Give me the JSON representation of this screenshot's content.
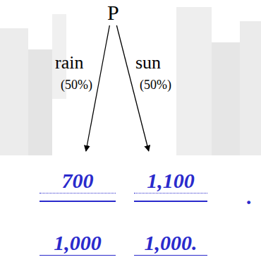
{
  "diagram": {
    "nodes": [
      {
        "text": [
          "P"
        ]
      },
      {
        "text": [
          "700",
          "1,000"
        ]
      },
      {
        "text": [
          "1,100",
          "1,000."
        ]
      }
    ],
    "edges": [
      {
        "from": 0,
        "to": 1,
        "arrow": "to",
        "label": "rain"
      },
      {
        "from": 0,
        "to": 2,
        "arrow": "to",
        "label": "sun"
      }
    ],
    "labels": [
      "(50%)",
      "(50%)",
      "."
    ]
  }
}
